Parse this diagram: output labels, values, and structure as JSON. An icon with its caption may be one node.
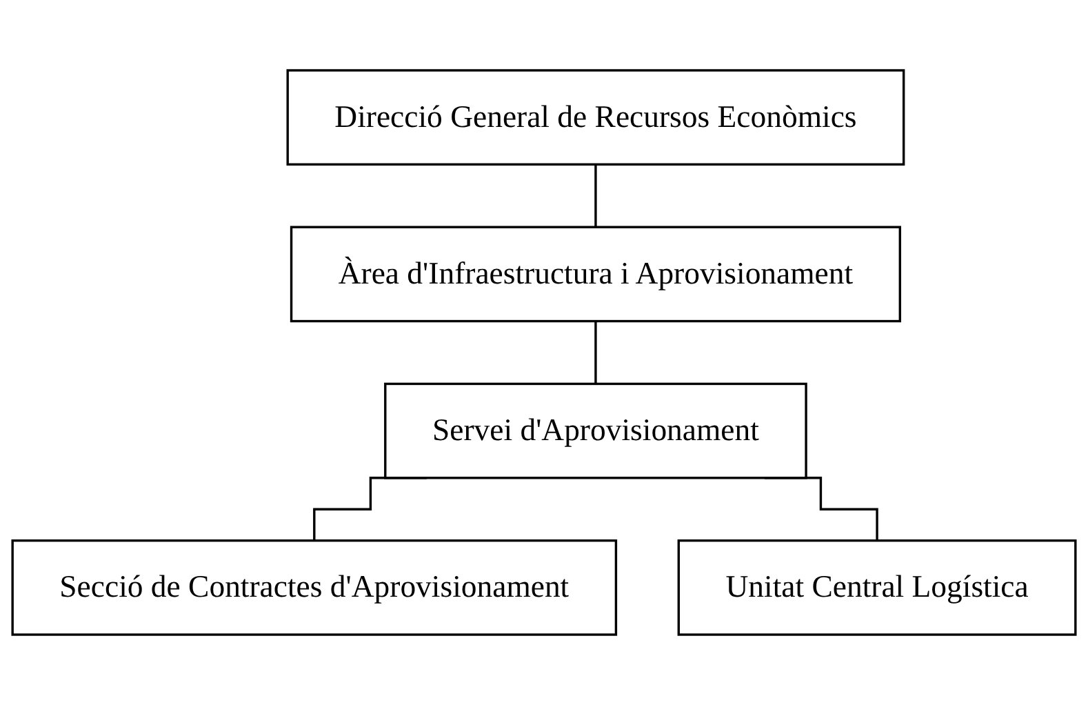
{
  "diagram": {
    "nodes": [
      {
        "text": [
          "Direcció General de Recursos Econòmics"
        ]
      },
      {
        "text": [
          "Àrea d'Infraestructura i Aprovisionament"
        ]
      },
      {
        "text": [
          "Servei d'Aprovisionament"
        ]
      },
      {
        "text": [
          "Secció de Contractes d'Aprovisionament"
        ]
      },
      {
        "text": [
          "Unitat Central Logística"
        ]
      }
    ],
    "edges": [
      {
        "from": 0,
        "to": 1,
        "arrow": "none"
      },
      {
        "from": 1,
        "to": 2,
        "arrow": "none"
      },
      {
        "from": 2,
        "to": 3,
        "arrow": "none"
      },
      {
        "from": 2,
        "to": 4,
        "arrow": "none"
      }
    ]
  }
}
